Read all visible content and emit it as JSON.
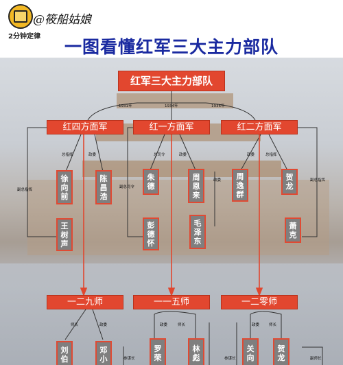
{
  "header": {
    "brand": "@筱船姑娘",
    "sub_brand": "2分钟定律",
    "title": "一图看懂红军三大主力部队"
  },
  "root": "红军三大主力部队",
  "years": [
    "1931年",
    "1934年",
    "1936年"
  ],
  "armies": [
    {
      "name": "红四方面军",
      "members": [
        {
          "name": "徐向前",
          "role": "总指挥"
        },
        {
          "name": "陈昌浩",
          "role": "政委"
        },
        {
          "name": "王树声",
          "role": "副总指挥"
        }
      ]
    },
    {
      "name": "红一方面军",
      "members": [
        {
          "name": "朱德",
          "role": "总司令"
        },
        {
          "name": "周恩来",
          "role": "政委"
        },
        {
          "name": "彭德怀",
          "role": "副总司令"
        },
        {
          "name": "毛泽东",
          "role": "政委"
        }
      ]
    },
    {
      "name": "红二方面军",
      "members": [
        {
          "name": "周逸群",
          "role": "政委"
        },
        {
          "name": "贺龙",
          "role": "总指挥"
        },
        {
          "name": "萧克",
          "role": "副总指挥"
        }
      ]
    }
  ],
  "divisions": [
    {
      "name": "一二九师",
      "members": [
        {
          "name": "刘伯",
          "role": "师长"
        },
        {
          "name": "邓小",
          "role": "政委"
        }
      ]
    },
    {
      "name": "一一五师",
      "members": [
        {
          "name": "罗荣",
          "role": "政委"
        },
        {
          "name": "林彪",
          "role": "师长"
        }
      ],
      "extra_role": "参谋长"
    },
    {
      "name": "一二零师",
      "members": [
        {
          "name": "关向",
          "role": "政委"
        },
        {
          "name": "贺龙",
          "role": "师长"
        }
      ],
      "extra_role": "参谋长"
    }
  ],
  "side_roles": {
    "right_bottom": "副师长"
  },
  "colors": {
    "accent_red": "#e2472f",
    "title_blue": "#1a2aa0",
    "person_gray": "#7f7f7f"
  }
}
